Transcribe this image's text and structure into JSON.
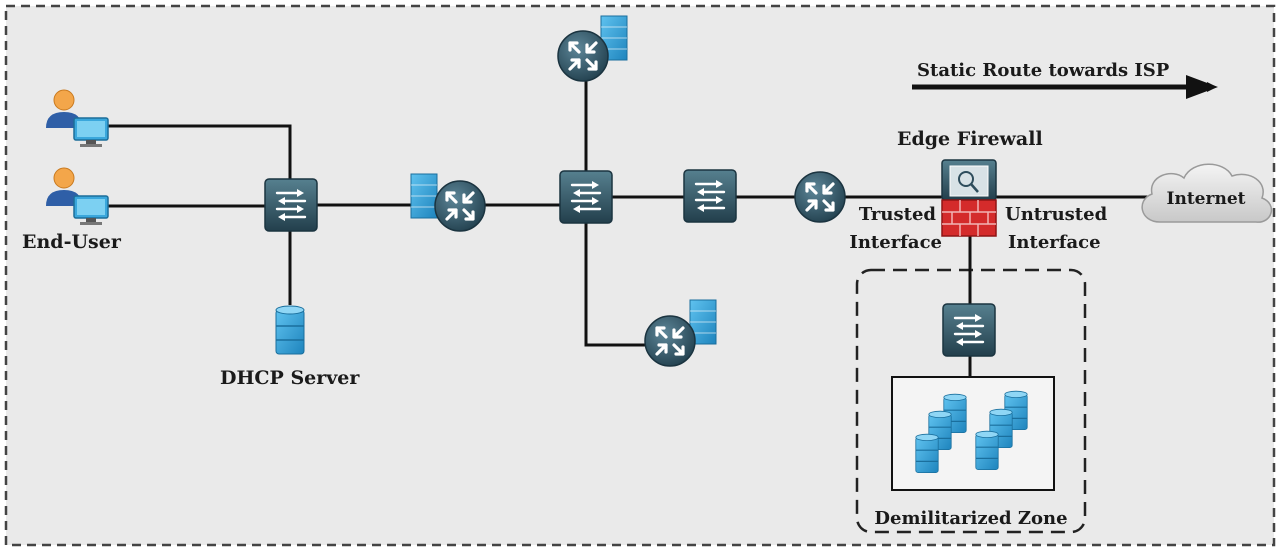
{
  "labels": {
    "end_user": "End-User",
    "dhcp_server": "DHCP Server",
    "static_route": "Static Route towards ISP",
    "edge_firewall": "Edge Firewall",
    "trusted_1": "Trusted",
    "trusted_2": "Interface",
    "untrusted_1": "Untrusted",
    "untrusted_2": "Interface",
    "internet": "Internet",
    "dmz": "Demilitarized Zone"
  },
  "icons": {
    "router": "router-icon",
    "switch": "switch-icon",
    "firewall": "firewall-icon",
    "server": "server-icon",
    "user": "user-icon",
    "cloud": "cloud-icon"
  },
  "colors": {
    "background": "#eaeaea",
    "device_dark": "#2e4d5c",
    "device_light": "#4a7385",
    "server_blue": "#3aa7dc",
    "firewall_red": "#d42b2b",
    "user_orange": "#f3a64a",
    "line": "#111111"
  }
}
